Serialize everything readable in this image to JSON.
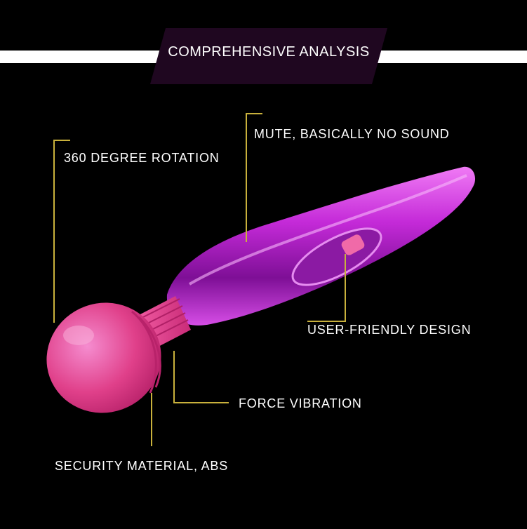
{
  "banner": {
    "title": "COMPREHENSIVE ANALYSIS"
  },
  "callouts": {
    "rotation": "360 DEGREE ROTATION",
    "mute": "MUTE, BASICALLY NO SOUND",
    "user_friendly": "USER-FRIENDLY DESIGN",
    "vibration": "FORCE VIBRATION",
    "material": "SECURITY MATERIAL, ABS"
  },
  "colors": {
    "background": "#000000",
    "banner": "#1f0720",
    "leader_lines": "#c9b13c",
    "body": "#b21fc9",
    "head": "#e0408a"
  }
}
